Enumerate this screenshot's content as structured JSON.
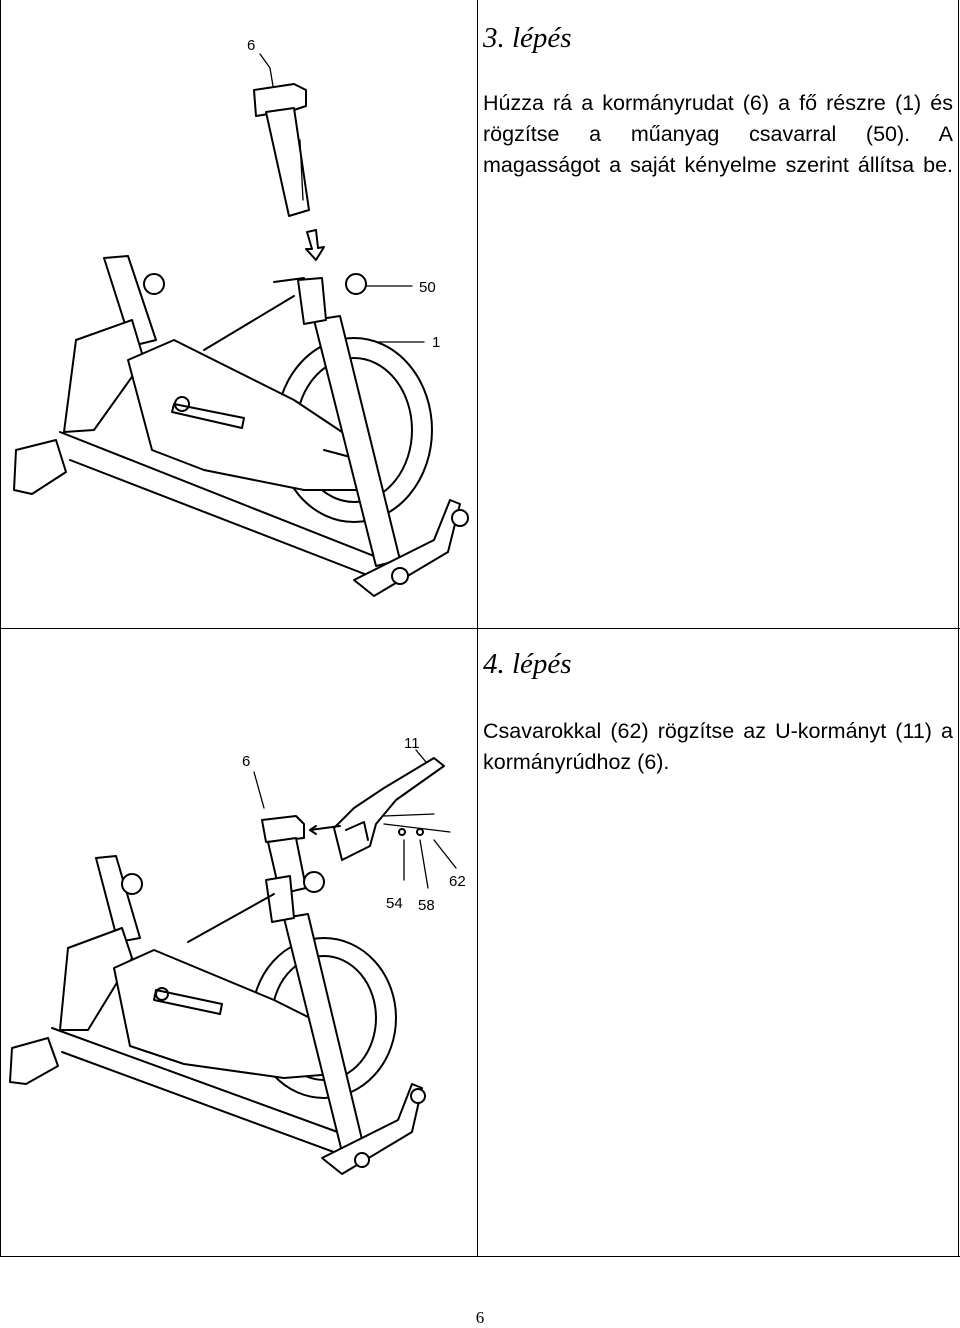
{
  "steps": [
    {
      "heading": "3. lépés",
      "text": "Húzza rá a kormányrudat (6) a fő részre (1) és rögzítse a műanyag csavarral (50). A magasságot a saját kényelme szerint állítsa be.",
      "labels": {
        "part_handlebar_post": "6",
        "part_screw": "50",
        "part_frame": "1"
      }
    },
    {
      "heading": "4. lépés",
      "text": "Csavarokkal (62) rögzítse az U-kormányt (11) a kormányrúdhoz (6).",
      "labels": {
        "part_post": "6",
        "part_u_bar": "11",
        "part_54": "54",
        "part_58": "58",
        "part_62": "62"
      }
    }
  ],
  "page_number": "6"
}
